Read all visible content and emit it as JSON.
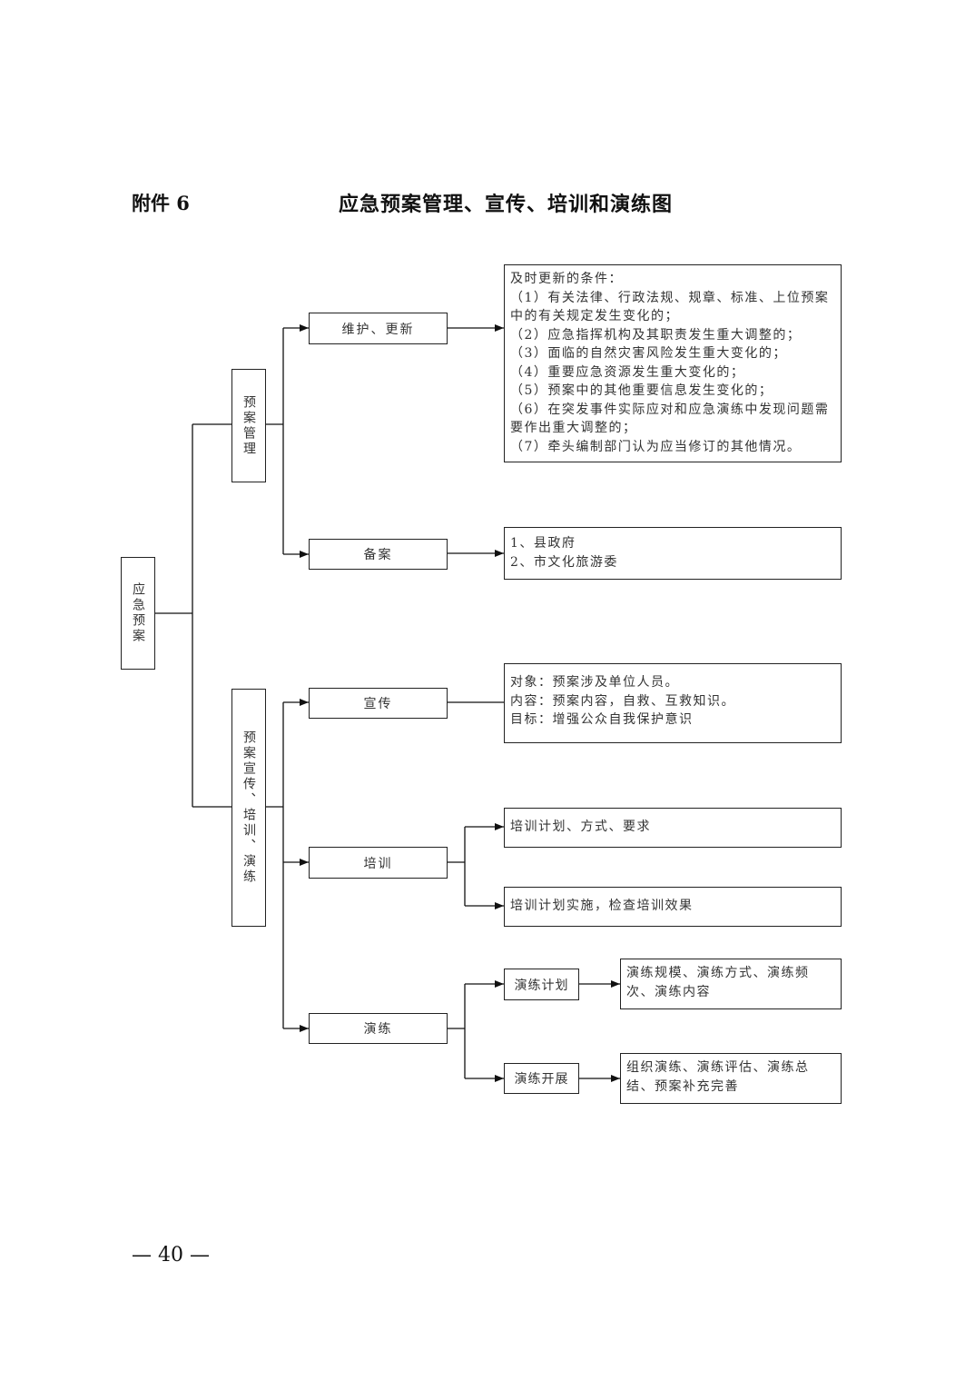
{
  "header": {
    "attachment": "附件 6",
    "title": "应急预案管理、宣传、培训和演练图"
  },
  "nodes": {
    "root": "应急预案",
    "management": "预案管理",
    "publicity_group": "预案宣传、培训、演练",
    "maintain": "维护、更新",
    "maintain_detail": "及时更新的条件：\n（1）有关法律、行政法规、规章、标准、上位预案中的有关规定发生变化的；\n（2）应急指挥机构及其职责发生重大调整的；\n（3）面临的自然灾害风险发生重大变化的；\n（4）重要应急资源发生重大变化的；\n（5）预案中的其他重要信息发生变化的；\n（6）在突发事件实际应对和应急演练中发现问题需要作出重大调整的；\n（7）牵头编制部门认为应当修订的其他情况。",
    "filing": "备案",
    "filing_detail": "1、县政府\n2、市文化旅游委",
    "publicity": "宣传",
    "publicity_detail": "对象：预案涉及单位人员。\n内容：预案内容，自救、互救知识。\n目标：增强公众自我保护意识",
    "training": "培训",
    "training_1": "培训计划、方式、要求",
    "training_2": "培训计划实施，检查培训效果",
    "drill": "演练",
    "drill_plan": "演练计划",
    "drill_plan_detail": "演练规模、演练方式、演练频次、演练内容",
    "drill_exec": "演练开展",
    "drill_exec_detail": "组织演练、演练评估、演练总结、预案补充完善"
  },
  "footer": {
    "page": "— 40 —"
  }
}
